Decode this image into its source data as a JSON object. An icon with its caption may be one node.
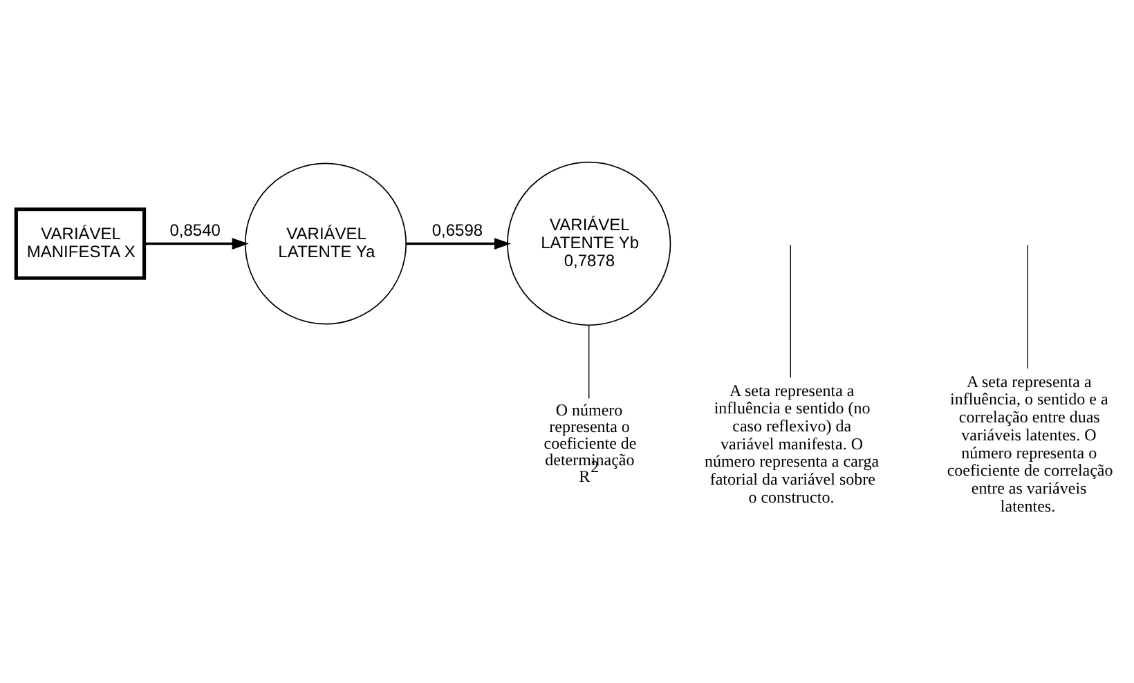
{
  "diagram": {
    "nodes": [
      {
        "text": [
          "VARIÁVEL MANIFESTA X"
        ]
      },
      {
        "text": [
          "VARIÁVEL LATENTE Ya"
        ]
      },
      {
        "text": [
          "VARIÁVEL LATENTE Yb",
          "0,7878"
        ]
      },
      {
        "text": [
          "A seta representa a influência e sentido (no caso reflexivo) da variável manifesta. O número representa a carga fatorial da variável sobre o constructo."
        ]
      },
      {
        "text": [
          "A seta representa a influência, o sentido e a correlação entre duas variáveis latentes. O número representa o coeficiente de correlação entre as variáveis latentes."
        ]
      },
      {
        "text": [
          "O número representa o coeficiente de determinação R$^{2}$"
        ]
      }
    ],
    "edges": [
      {
        "from": 0,
        "to": 1,
        "arrow": "to",
        "label": "0,8540"
      },
      {
        "from": 1,
        "to": 2,
        "arrow": "to",
        "label": "0,6598"
      },
      {
        "from": 3,
        "to": null,
        "arrow": "none"
      },
      {
        "from": 4,
        "to": null,
        "arrow": "none"
      },
      {
        "from": 5,
        "to": 2,
        "arrow": "none"
      }
    ]
  }
}
